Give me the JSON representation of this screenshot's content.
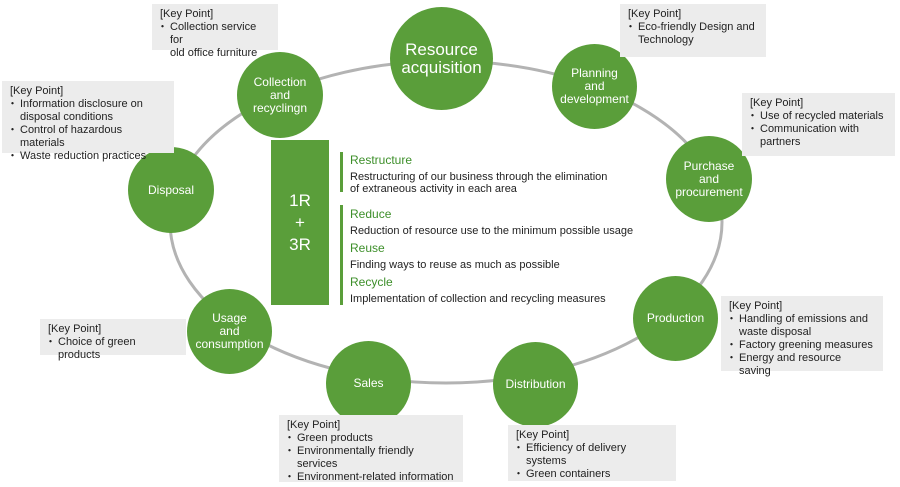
{
  "center": {
    "lines": [
      "1R",
      "+",
      "3R"
    ],
    "items": [
      {
        "title": "Restructure",
        "desc": "Restructuring of our business through the elimination\nof extraneous activity in each area"
      },
      {
        "title": "Reduce",
        "desc": "Reduction of resource use to the minimum possible usage"
      },
      {
        "title": "Reuse",
        "desc": "Finding ways to reuse as much as possible"
      },
      {
        "title": "Recycle",
        "desc": "Implementation of collection and recycling measures"
      }
    ]
  },
  "nodes": {
    "resource": "Resource\nacquisition",
    "planning": "Planning\nand\ndevelopment",
    "purchase": "Purchase\nand\nprocurement",
    "production": "Production",
    "distribution": "Distribution",
    "sales": "Sales",
    "usage": "Usage\nand\nconsumption",
    "disposal": "Disposal",
    "collection": "Collection\nand\nrecyclingn"
  },
  "keypoints": {
    "heading": "[Key Point]",
    "collection": [
      "Collection service for\nold office furniture"
    ],
    "planning": [
      "Eco-friendly Design and\nTechnology"
    ],
    "disposal": [
      "Information disclosure on\ndisposal conditions",
      "Control of hazardous materials",
      "Waste reduction practices"
    ],
    "purchase": [
      "Use of recycled materials",
      "Communication with\npartners"
    ],
    "usage": [
      "Choice of green products"
    ],
    "production": [
      "Handling of emissions and\nwaste disposal",
      "Factory greening measures",
      "Energy and resource saving"
    ],
    "sales": [
      "Green products",
      "Environmentally friendly services",
      "Environment-related information"
    ],
    "distribution": [
      "Efficiency of delivery systems",
      "Green containers"
    ]
  },
  "colors": {
    "green": "#5a9e3a",
    "ring": "#b3b3b3",
    "box": "#ececec"
  }
}
